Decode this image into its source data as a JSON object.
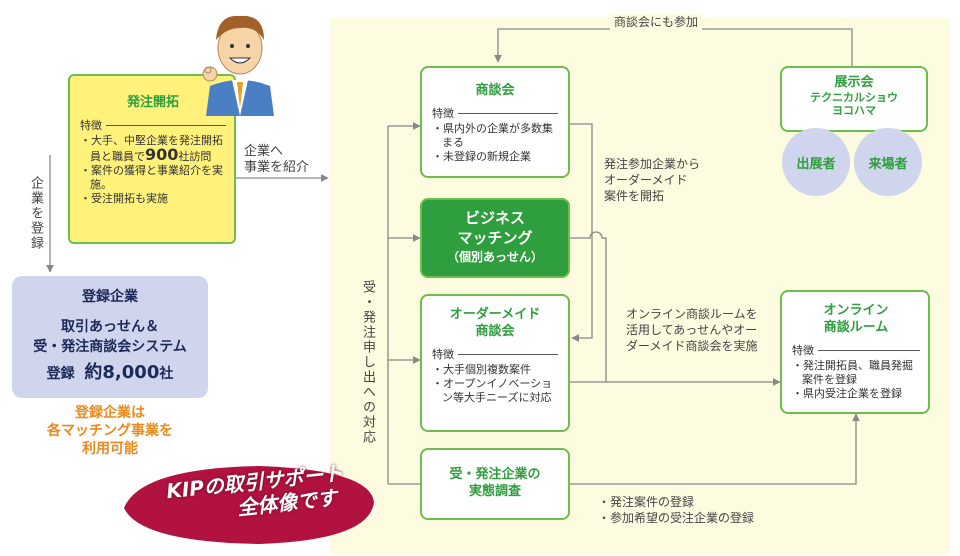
{
  "hatchu": {
    "title": "発注開拓",
    "feature": "特徴",
    "line1_pre": "大手、中堅企業を発注開拓員と職員で",
    "line1_num": "900",
    "line1_post": "社訪問",
    "items": [
      "案件の獲得と事業紹介を実施。",
      "受注開拓も実施"
    ]
  },
  "labels": {
    "kigyo_toroku": "企業を登録",
    "kigyo_shokai": "企業へ\n事業を紹介",
    "shodankai_sanka": "商談会にも参加",
    "ukehatchu_taio": "受・発注申し出への対応",
    "hatchu_sanka": "発注参加企業から\nオーダーメイド\n案件を開拓",
    "online_note": "オンライン商談ルームを活用してあっせんやオーダーメイド商談会を実施",
    "bottom1": "発注案件の登録",
    "bottom2": "参加希望の受注企業の登録"
  },
  "toroku": {
    "title": "登録企業",
    "line1": "取引あっせん＆",
    "line2": "受・発注商談会システム",
    "count_pre": "登録",
    "count_num": "約8,000",
    "count_post": "社",
    "note": "登録企業は\n各マッチング事業を\n利用可能"
  },
  "shodankai": {
    "title": "商談会",
    "feature": "特徴",
    "items": [
      "県内外の企業が多数集まる",
      "未登録の新規企業"
    ]
  },
  "business": {
    "line1": "ビジネス",
    "line2": "マッチング",
    "line3": "（個別あっせん）"
  },
  "ordermade": {
    "title1": "オーダーメイド",
    "title2": "商談会",
    "feature": "特徴",
    "items": [
      "大手個別複数案件",
      "オープンイノベーション等大手ニーズに対応"
    ]
  },
  "jittai": {
    "title1": "受・発注企業の",
    "title2": "実態調査"
  },
  "tenjikai": {
    "title": "展示会",
    "sub1": "テクニカルショウ",
    "sub2": "ヨコハマ",
    "exhibitor": "出展者",
    "visitor": "来場者"
  },
  "online": {
    "title1": "オンライン",
    "title2": "商談ルーム",
    "feature": "特徴",
    "items": [
      "発注開拓員、職員発掘案件を登録",
      "県内受注企業を登録"
    ]
  },
  "banner": {
    "line1": "KIPの取引サポート",
    "line2": "全体像です"
  },
  "colors": {
    "green": "#2f9e3e",
    "green_border": "#6cbf4a",
    "yellow_box": "#fff17a",
    "blue_box": "#cfd5ec",
    "orange_text": "#e98a1f",
    "banner": "#b2123f",
    "panel": "#fdfbe0"
  }
}
